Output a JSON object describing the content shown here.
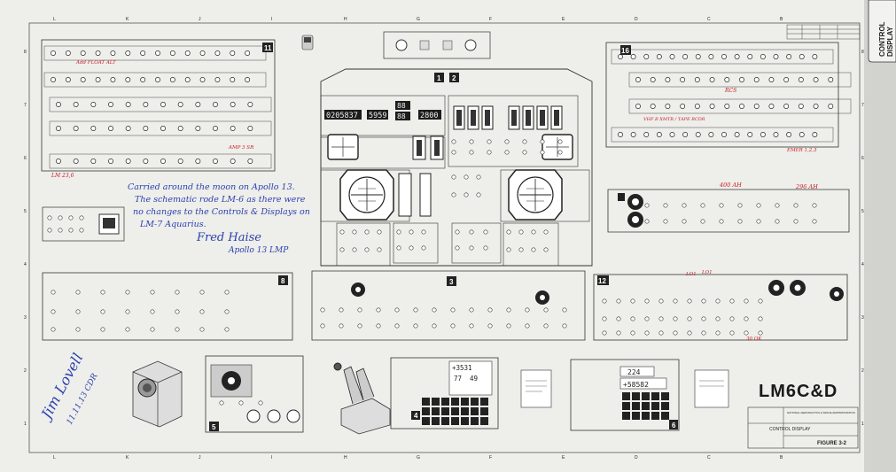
{
  "sheet": {
    "grid_letters": [
      "L",
      "K",
      "J",
      "I",
      "H",
      "G",
      "F",
      "E",
      "D",
      "C",
      "B"
    ],
    "grid_numbers": [
      "8",
      "7",
      "6",
      "5",
      "4",
      "3",
      "2",
      "1"
    ]
  },
  "tab": {
    "line1": "CONTROL",
    "line2": "DISPLAY"
  },
  "panels": {
    "p1": "1",
    "p2": "2",
    "p3": "3",
    "p4": "4",
    "p5": "5",
    "p6": "6",
    "p8": "8",
    "p11": "11",
    "p12": "12",
    "p16": "16"
  },
  "displays": {
    "mission_timer": "0205837",
    "range_a": "5959",
    "rate_a": "88",
    "rate_b": "88",
    "range_b": "2800",
    "dsky_a": "+3531",
    "dsky_b": "77",
    "dsky_c": "49",
    "keypad_prog": "224",
    "keypad_value": "+58582"
  },
  "annotations": {
    "lm_label": "LM 23,6",
    "add_float": "Add FLOAT ALT",
    "amp_sr": "AMP 3 SR",
    "lm_panel": "LM",
    "rcs": "RCS",
    "vhf": "VHF B XMTR / TAPE RCDR",
    "ah_400": "400 AH",
    "ah_296": "296 AH",
    "emer": "EMER 1,2,3",
    "lo1": "LO1",
    "lo2": "LO1",
    "ow": "30 OK"
  },
  "inscription1": {
    "line1": "Carried around the moon on Apollo 13.",
    "line2": "The schematic rode LM-6 as there were",
    "line3": "no changes to the Controls & Displays on",
    "line4": "LM-7 Aquarius.",
    "sig_name": "Fred Haise",
    "sig_title": "Apollo 13 LMP"
  },
  "signature2": {
    "name": "Jim Lovell",
    "date": "11.11.13 CDR"
  },
  "title_block": {
    "title": "LM6C&D",
    "caption": "CONTROL DISPLAY",
    "org": "NATIONAL AERONAUTICS & SPACE ADMINISTRATION",
    "figure": "FIGURE 3-2"
  },
  "colors": {
    "paper": "#eeeeea",
    "ink": "#2b2b2b",
    "red_ink": "#c8202a",
    "blue_ink": "#2a3fb0",
    "background": "#5b5b5b"
  }
}
